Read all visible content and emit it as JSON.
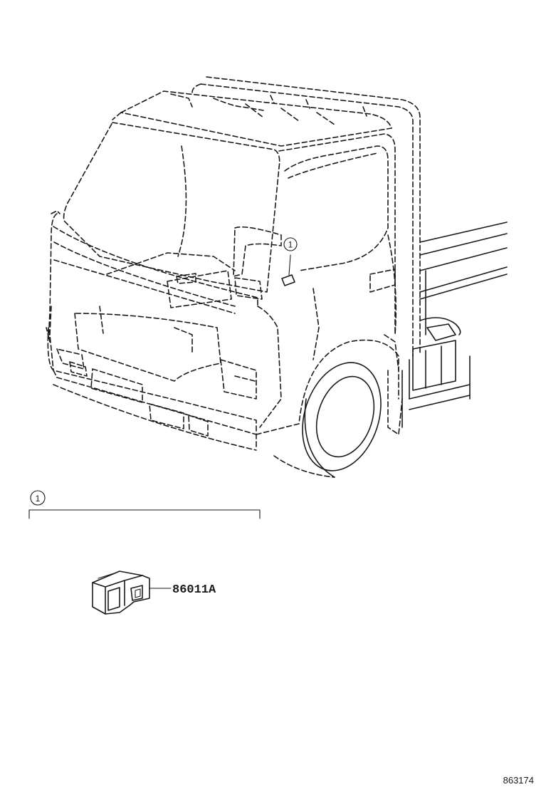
{
  "callouts": {
    "truck_marker": "1",
    "legend_marker": "1"
  },
  "parts": [
    {
      "part_number": "86011A"
    }
  ],
  "figure_number": "863174"
}
